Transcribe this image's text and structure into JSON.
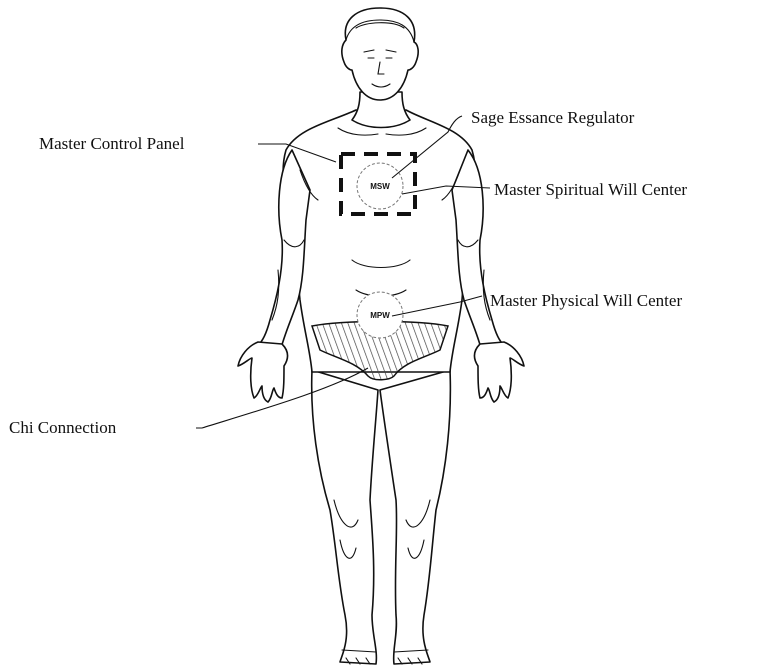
{
  "labels": {
    "master_control_panel": "Master Control Panel",
    "sage_essence_regulator": "Sage Essance Regulator",
    "master_spiritual_will_center": "Master Spiritual Will Center",
    "master_physical_will_center": "Master Physical Will Center",
    "chi_connection": "Chi Connection"
  },
  "tags": {
    "spiritual_center": "MSW",
    "physical_center": "MPW"
  },
  "colors": {
    "line": "#111111",
    "background": "#ffffff"
  }
}
